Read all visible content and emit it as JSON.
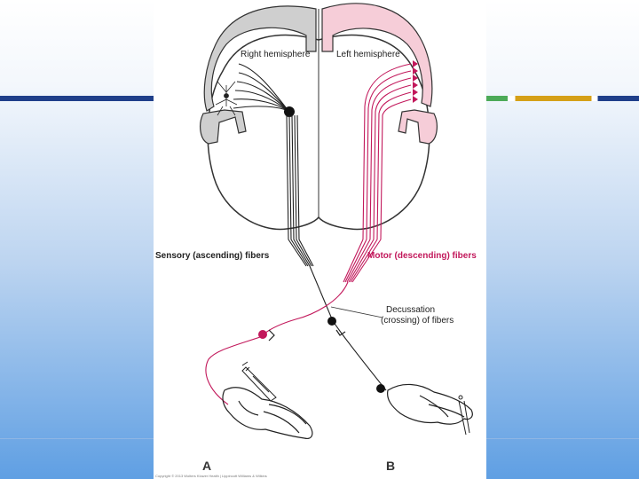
{
  "labels": {
    "right_hemisphere": "Right hemisphere",
    "left_hemisphere": "Left hemisphere",
    "sensory_fibers": "Sensory (ascending) fibers",
    "motor_fibers": "Motor (descending) fibers",
    "decussation_line1": "Decussation",
    "decussation_line2": "(crossing) of fibers",
    "panel_a": "A",
    "panel_b": "B",
    "copyright": "Copyright © 2013 Wolters Kluwer Health | Lippincott Williams & Wilkins"
  },
  "colors": {
    "sensory": "#222222",
    "motor": "#c2185b",
    "right_hemisphere_fill": "#cfcfcf",
    "left_hemisphere_fill": "#f6cdd8",
    "title_band": "#1f3f8a",
    "accent_green": "#4caa58",
    "accent_gold": "#d5a018"
  }
}
